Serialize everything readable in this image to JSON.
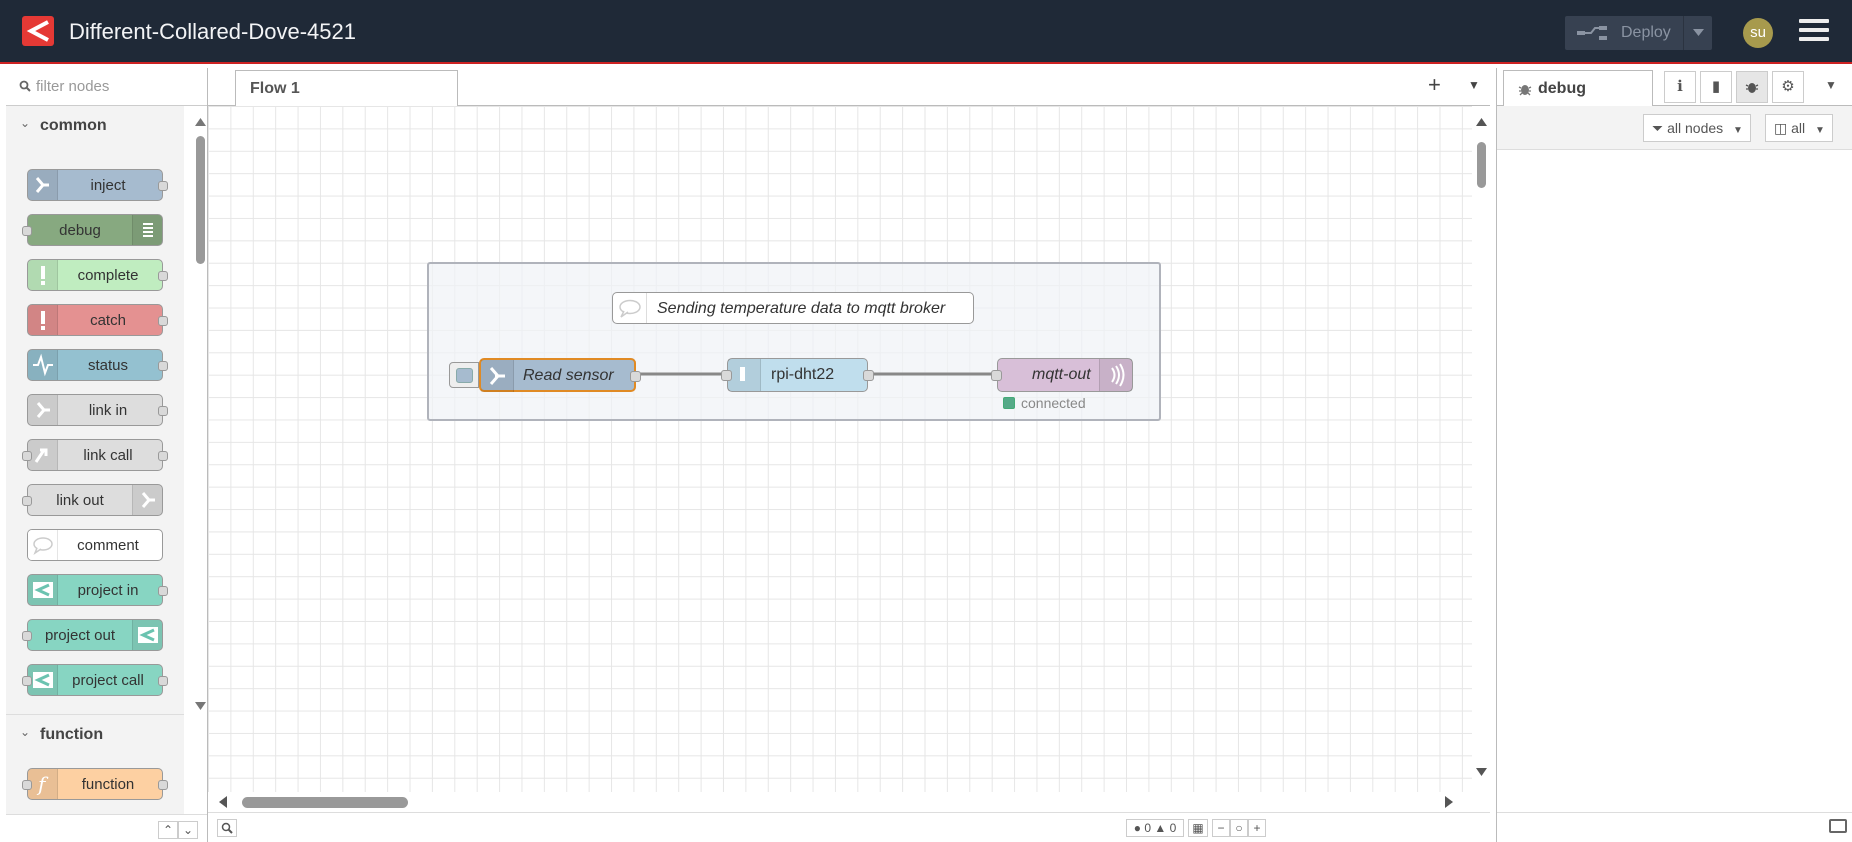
{
  "header": {
    "title": "Different-Collared-Dove-4521",
    "deploy_label": "Deploy",
    "avatar_initials": "su"
  },
  "palette": {
    "search_placeholder": "filter nodes",
    "categories": [
      {
        "label": "common"
      },
      {
        "label": "function"
      }
    ],
    "nodes": [
      {
        "label": "inject",
        "color": "#a6bbcf"
      },
      {
        "label": "debug",
        "color": "#87a980"
      },
      {
        "label": "complete",
        "color": "#c0edc0"
      },
      {
        "label": "catch",
        "color": "#e49191"
      },
      {
        "label": "status",
        "color": "#94c1d0"
      },
      {
        "label": "link in",
        "color": "#dddddd"
      },
      {
        "label": "link call",
        "color": "#dddddd"
      },
      {
        "label": "link out",
        "color": "#dddddd"
      },
      {
        "label": "comment",
        "color": "#ffffff"
      },
      {
        "label": "project in",
        "color": "#87d5c2"
      },
      {
        "label": "project out",
        "color": "#87d5c2"
      },
      {
        "label": "project call",
        "color": "#87d5c2"
      },
      {
        "label": "function",
        "color": "#fdd0a2"
      }
    ]
  },
  "workspace": {
    "tab_label": "Flow 1",
    "comment_text": "Sending temperature data to mqtt broker",
    "flow_nodes": [
      {
        "label": "Read sensor",
        "color": "#a6bbcf"
      },
      {
        "label": "rpi-dht22",
        "color": "#c0deed"
      },
      {
        "label": "mqtt-out",
        "color": "#d8bfd8"
      }
    ],
    "mqtt_status": "connected",
    "errors_count": "0",
    "warnings_count": "0"
  },
  "sidebar": {
    "tab_label": "debug",
    "filter_nodes_label": "all nodes",
    "clear_label": "all"
  }
}
